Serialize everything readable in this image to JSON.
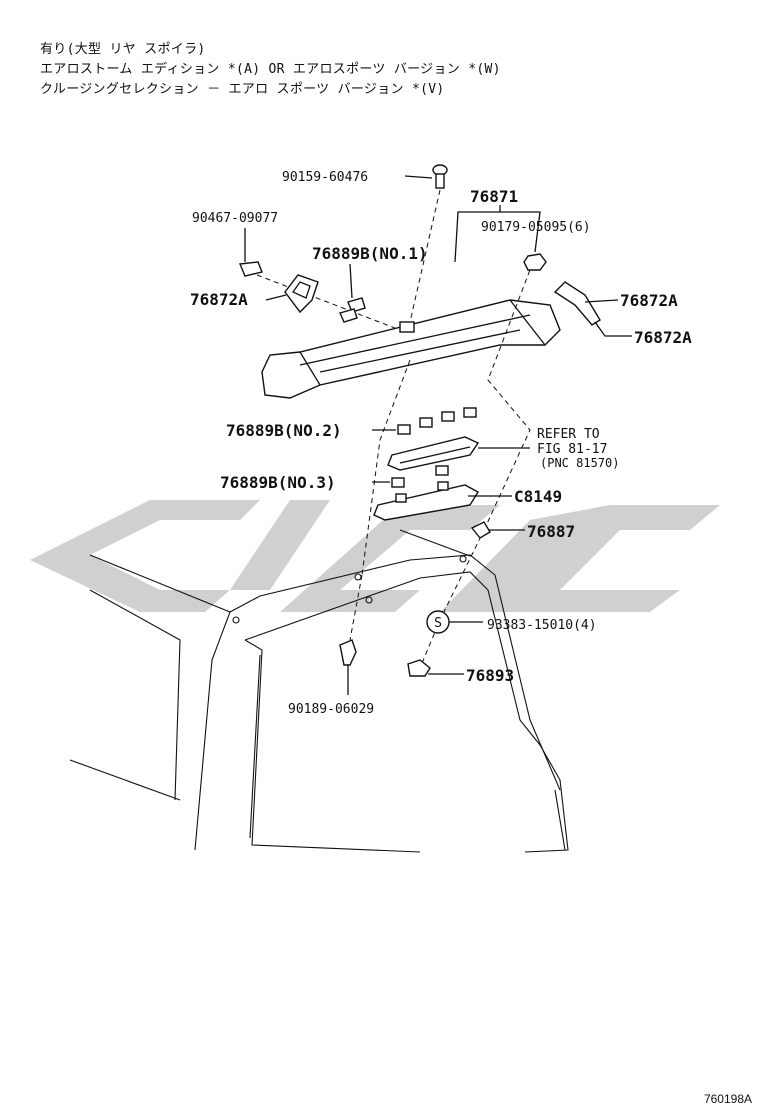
{
  "header": {
    "line1": "有り(大型 リヤ スポイラ)",
    "line2": "エアロストーム エディション *(A) OR エアロスポーツ バージョン *(W)",
    "line3": "クルージングセレクション － エアロ スポーツ バージョン *(V)"
  },
  "parts": {
    "p90159": "90159-60476",
    "p76871": "76871",
    "p90179": "90179-05095(6)",
    "p90467": "90467-09077",
    "p76889b1": "76889B(NO.1)",
    "p76872a_left": "76872A",
    "p76872a_right1": "76872A",
    "p76872a_right2": "76872A",
    "p76889b2": "76889B(NO.2)",
    "p76889b3": "76889B(NO.3)",
    "c8149": "C8149",
    "p76887": "76887",
    "p93383": "93383-15010(4)",
    "p76893": "76893",
    "p90189": "90189-06029"
  },
  "refer": {
    "line1": "REFER TO",
    "line2": "FIG 81-17",
    "line3": "(PNC 81570)"
  },
  "symbols": {
    "s_circle": "S"
  },
  "footer": {
    "ref_code": "760198A"
  },
  "watermark": {
    "color": "#c8c8c8"
  }
}
